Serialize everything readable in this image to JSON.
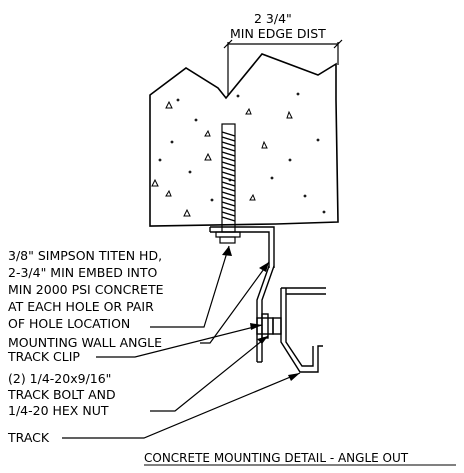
{
  "dimension": {
    "value": "2 3/4\"",
    "label": "MIN EDGE DIST"
  },
  "callouts": {
    "anchor": [
      "3/8\" SIMPSON TITEN HD,",
      "2-3/4\" MIN EMBED INTO",
      "MIN 2000 PSI CONCRETE",
      "AT EACH HOLE OR PAIR",
      "OF HOLE LOCATION"
    ],
    "angle": "MOUNTING WALL ANGLE",
    "clip": "TRACK CLIP",
    "bolt": [
      "(2) 1/4-20x9/16\"",
      "TRACK BOLT AND",
      "1/4-20 HEX NUT"
    ],
    "track": "TRACK"
  },
  "caption": "CONCRETE MOUNTING DETAIL - ANGLE OUT"
}
